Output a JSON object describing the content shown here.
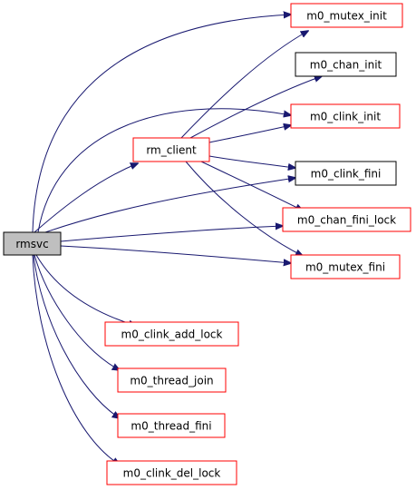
{
  "colors": {
    "edge": "#191970",
    "node_border_red": "#ff0000",
    "node_border_black": "#000000",
    "root_fill": "#bfbfbf"
  },
  "nodes": {
    "rmsvc": "rmsvc",
    "rm_client": "rm_client",
    "m0_mutex_init": "m0_mutex_init",
    "m0_chan_init": "m0_chan_init",
    "m0_clink_init": "m0_clink_init",
    "m0_clink_fini": "m0_clink_fini",
    "m0_chan_fini_lock": "m0_chan_fini_lock",
    "m0_mutex_fini": "m0_mutex_fini",
    "m0_clink_add_lock": "m0_clink_add_lock",
    "m0_thread_join": "m0_thread_join",
    "m0_thread_fini": "m0_thread_fini",
    "m0_clink_del_lock": "m0_clink_del_lock"
  },
  "edges": [
    {
      "from": "rmsvc",
      "to": "rm_client"
    },
    {
      "from": "rmsvc",
      "to": "m0_mutex_init"
    },
    {
      "from": "rmsvc",
      "to": "m0_clink_init"
    },
    {
      "from": "rmsvc",
      "to": "m0_clink_fini"
    },
    {
      "from": "rmsvc",
      "to": "m0_chan_fini_lock"
    },
    {
      "from": "rmsvc",
      "to": "m0_mutex_fini"
    },
    {
      "from": "rmsvc",
      "to": "m0_clink_add_lock"
    },
    {
      "from": "rmsvc",
      "to": "m0_thread_join"
    },
    {
      "from": "rmsvc",
      "to": "m0_thread_fini"
    },
    {
      "from": "rmsvc",
      "to": "m0_clink_del_lock"
    },
    {
      "from": "rm_client",
      "to": "m0_mutex_init"
    },
    {
      "from": "rm_client",
      "to": "m0_chan_init"
    },
    {
      "from": "rm_client",
      "to": "m0_clink_init"
    },
    {
      "from": "rm_client",
      "to": "m0_clink_fini"
    },
    {
      "from": "rm_client",
      "to": "m0_chan_fini_lock"
    },
    {
      "from": "rm_client",
      "to": "m0_mutex_fini"
    }
  ]
}
